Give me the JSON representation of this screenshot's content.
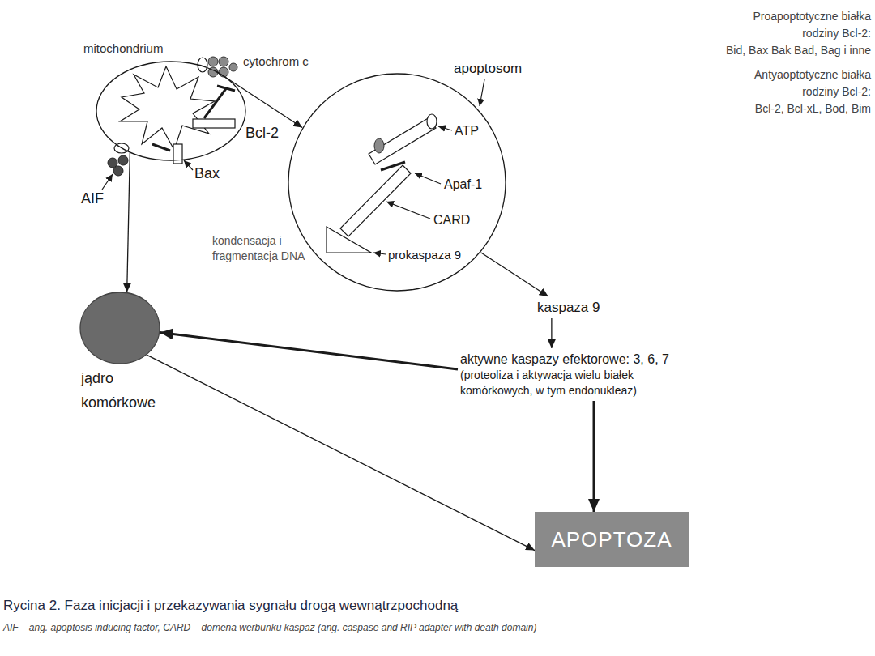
{
  "diagram": {
    "caption": "Rycina 2. Faza inicjacji i przekazywania sygnału drogą wewnątrzpochodną",
    "nodes": [
      {
        "text": [
          "mitochondrium"
        ]
      },
      {
        "text": [
          "apoptosom"
        ]
      },
      {
        "text": [
          "kaspaza 9"
        ]
      },
      {
        "text": [
          "aktywne kaspazy efektorowe: 3, 6, 7",
          "(proteoliza i aktywacja wielu białek komórkowych, w tym endonukleaz)"
        ]
      },
      {
        "text": [
          "jądro komórkowe"
        ]
      },
      {
        "text": [
          "APOPTOZA"
        ]
      }
    ],
    "edges": [
      {
        "from": 0,
        "to": 1,
        "arrow": "to"
      },
      {
        "from": 0,
        "to": 4,
        "arrow": "to"
      },
      {
        "from": 1,
        "to": 2,
        "arrow": "to"
      },
      {
        "from": 2,
        "to": 3,
        "arrow": "to"
      },
      {
        "from": 3,
        "to": 4,
        "arrow": "to"
      },
      {
        "from": 3,
        "to": 5,
        "arrow": "to"
      },
      {
        "from": 4,
        "to": 5,
        "arrow": "to"
      }
    ],
    "labels": [
      "cytochrom c",
      "Bcl-2",
      "Bax",
      "AIF",
      "kondensacja i fragmentacja DNA",
      "ATP",
      "Apaf-1",
      "CARD",
      "prokaspaza 9",
      "Proapoptotyczne białka rodziny Bcl-2:",
      "Bid, Bax Bak Bad, Bag i inne",
      "Antyaoptotyczne białka rodziny Bcl-2:",
      "Bcl-2, Bcl-xL, Bod, Bim",
      "AIF – ang. apoptosis inducing factor, CARD – domena werbunku kaspaz (ang. caspase and RIP adapter with death domain)"
    ]
  }
}
